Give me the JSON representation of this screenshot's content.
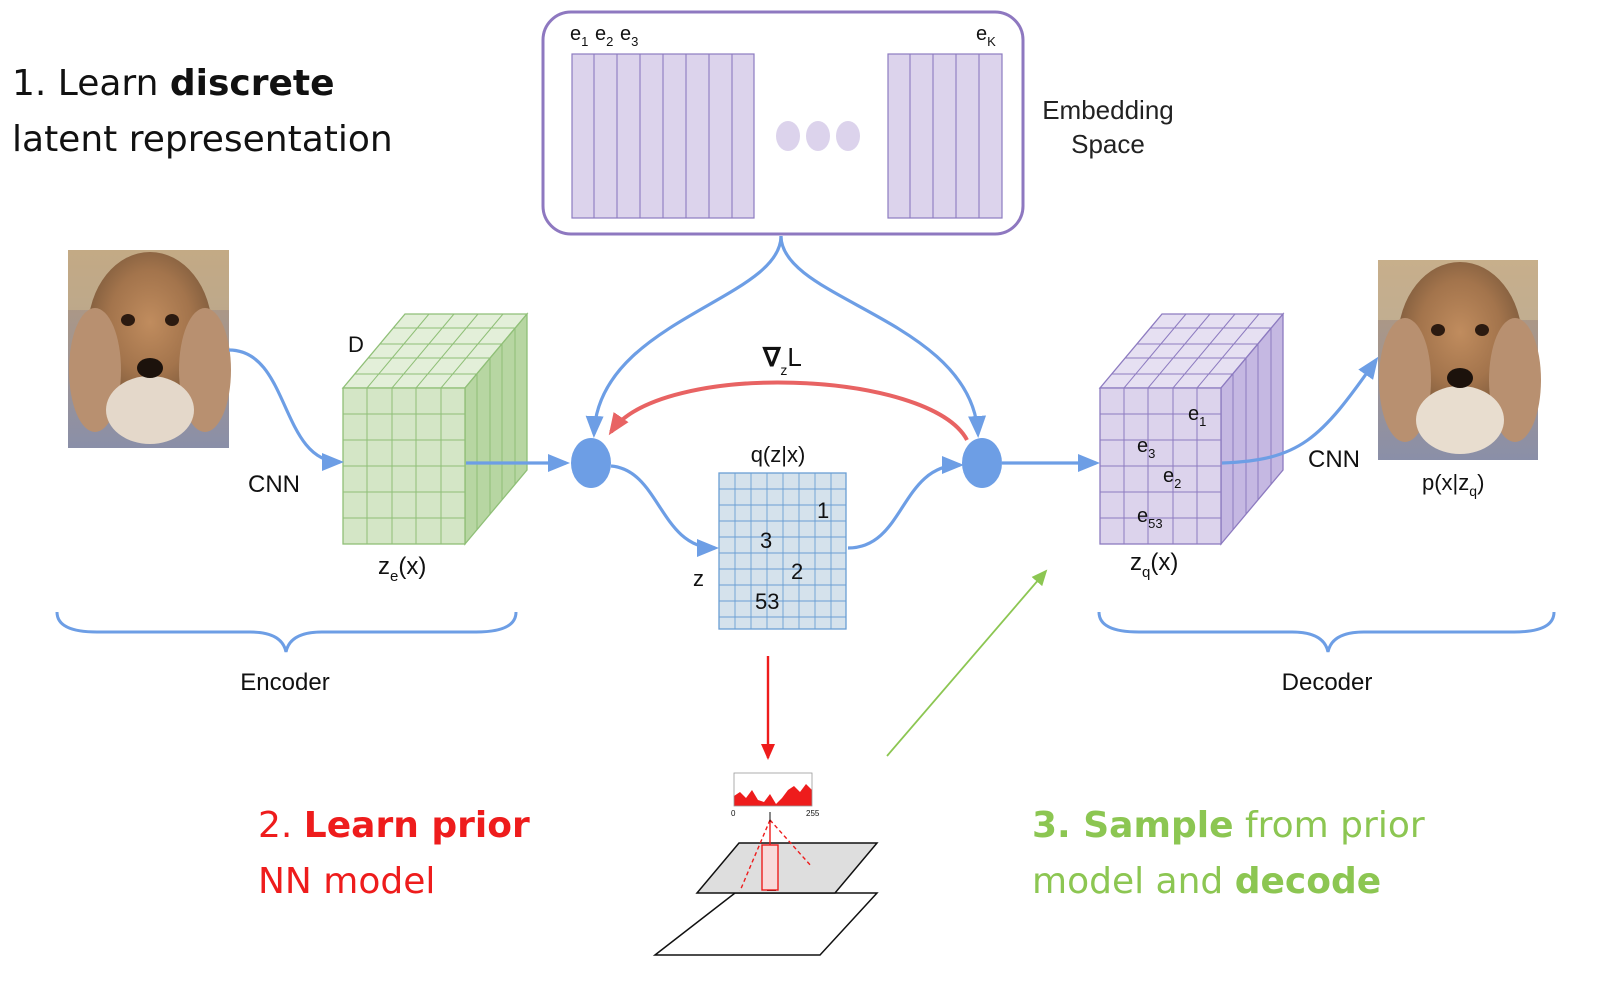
{
  "steps": {
    "step1": {
      "line1_pre": "1. Learn ",
      "line1_bold": "discrete",
      "line2": "latent representation"
    },
    "step2": {
      "line1_pre": "2. ",
      "line1_bold": "Learn prior",
      "line2": "NN model"
    },
    "step3": {
      "line1_bold_a": "3. Sample",
      "line1_rest": " from prior",
      "line2_pre": "model and ",
      "line2_bold": "decode"
    }
  },
  "embedding": {
    "label_line1": "Embedding",
    "label_line2": "Space",
    "vector_labels": {
      "e1": "e",
      "e1_sub": "1",
      "e2": "e",
      "e2_sub": "2",
      "e3": "e",
      "e3_sub": "3",
      "eK": "e",
      "eK_sub": "K"
    }
  },
  "encoder": {
    "input_cnn_label": "CNN",
    "depth_label": "D",
    "ze_label": "z",
    "ze_sub": "e",
    "ze_suffix": "(x)",
    "brace_label": "Encoder"
  },
  "gradient": {
    "nabla": "∇",
    "sub": "z",
    "L": "L"
  },
  "qzx": {
    "title": "q(z|x)",
    "z_label": "z",
    "cells": [
      "1",
      "3",
      "2",
      "53"
    ]
  },
  "decoder": {
    "zq_label": "z",
    "zq_sub": "q",
    "zq_suffix": "(x)",
    "cube_labels": {
      "e1": "e",
      "e1_sub": "1",
      "e3": "e",
      "e3_sub": "3",
      "e2": "e",
      "e2_sub": "2",
      "e53": "e",
      "e53_sub": "53"
    },
    "output_cnn_label": "CNN",
    "pxz_pre": "p(x|z",
    "pxz_sub": "q",
    "pxz_post": ")",
    "brace_label": "Decoder"
  },
  "pixelcnn": {
    "hist_min": "0",
    "hist_max": "255"
  },
  "colors": {
    "encoder_green": "#d4e6c6",
    "encoder_green_line": "#8fbf77",
    "decoder_purple": "#dcd3ec",
    "decoder_purple_line": "#8d7bc0",
    "embed_border": "#8e78c0",
    "grid_blue": "#d5e2ec",
    "grid_blue_line": "#6a9fd4",
    "arrow_blue": "#6d9ee5",
    "arrow_red": "#e86363",
    "step_red": "#ee1c1c",
    "step_green": "#8cc652"
  },
  "icons": [
    "dog-image-input",
    "dog-image-output",
    "pixelcnn-illustration"
  ]
}
